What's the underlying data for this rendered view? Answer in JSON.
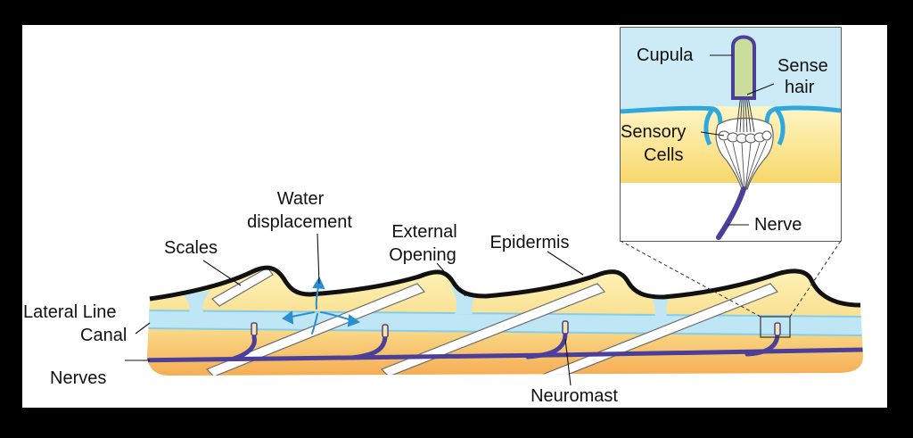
{
  "labels": {
    "water": "Water",
    "displacement": "displacement",
    "scales": "Scales",
    "external": "External",
    "opening": "Opening",
    "epidermis": "Epidermis",
    "lateral_line": "Lateral Line",
    "canal": "Canal",
    "nerves": "Nerves",
    "neuromast": "Neuromast",
    "cupula": "Cupula",
    "sense": "Sense",
    "hair": "hair",
    "sensory": "Sensory",
    "cells": "Cells",
    "nerve": "Nerve"
  },
  "colors": {
    "background": "#000000",
    "panel": "#ffffff",
    "skin_top": "#fbeeaa",
    "skin_bottom": "#f6b25a",
    "canal": "#bfe6f5",
    "canal_edge": "#7cc9ea",
    "water_arrow": "#2a8fd0",
    "nerve": "#4b3f9a",
    "epidermis_line": "#111111",
    "scale": "#ffffff",
    "cupula": "#c9dd9c",
    "inset_water": "#cdebf7"
  }
}
